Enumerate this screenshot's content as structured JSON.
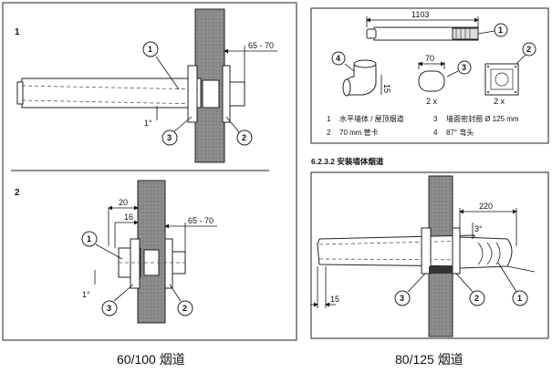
{
  "left_panel": {
    "figure1": {
      "number": "1",
      "dim_wall": "65 - 70",
      "angle": "1°",
      "callouts": [
        "1",
        "2",
        "3"
      ]
    },
    "figure2": {
      "number": "2",
      "dim_20": "20",
      "dim_16": "16",
      "dim_wall": "65 - 70",
      "angle": "1°",
      "callouts": [
        "1",
        "2",
        "3"
      ]
    },
    "caption": "60/100 烟道"
  },
  "right_top_panel": {
    "dim_length": "1103",
    "dim_70": "70",
    "dim_15": "15",
    "qty_clip": "2 x",
    "qty_seal": "2 x",
    "callouts": [
      "1",
      "2",
      "3",
      "4"
    ],
    "legend": [
      {
        "num": "1",
        "text": "水平墙体 / 屋顶烟道"
      },
      {
        "num": "2",
        "text": "70 mm 管卡"
      },
      {
        "num": "3",
        "text": "墙面密封圈 Ø 125 mm"
      },
      {
        "num": "4",
        "text": "87° 弯头"
      }
    ]
  },
  "section_heading": "6.2.3.2 安装墙体烟道",
  "right_bottom_panel": {
    "dim_220": "220",
    "angle": "3°",
    "dim_15": "15",
    "callouts": [
      "1",
      "2",
      "3"
    ],
    "caption": "80/125 烟道"
  }
}
